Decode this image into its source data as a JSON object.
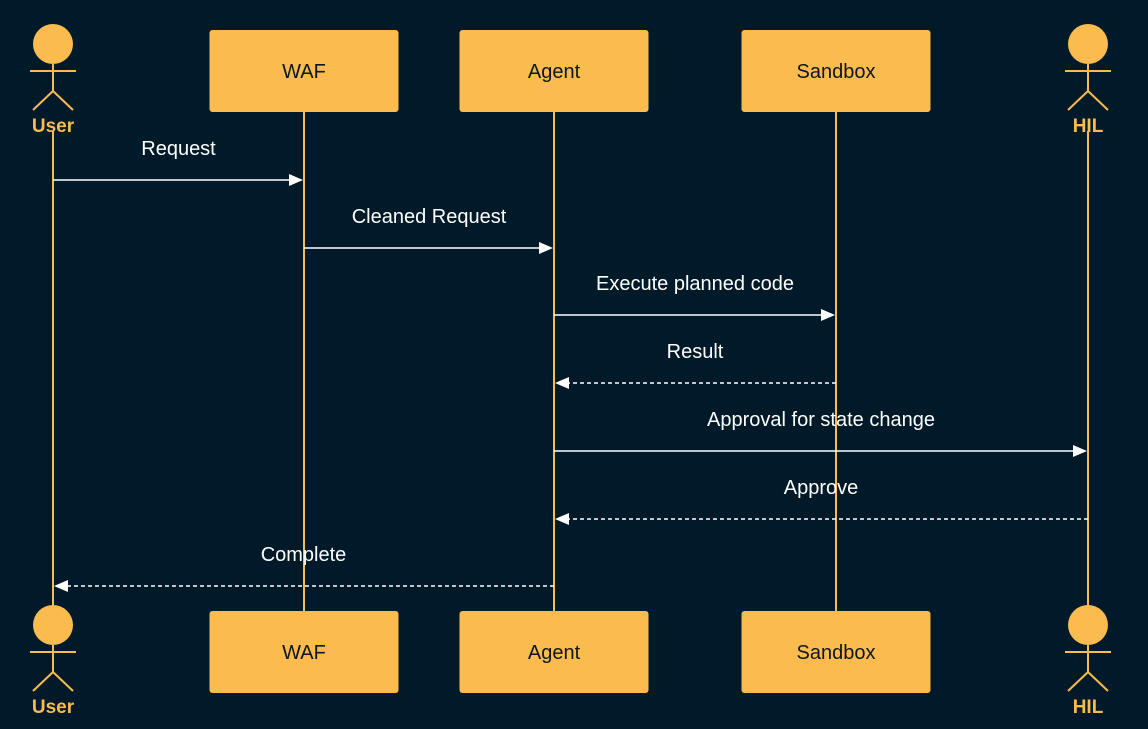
{
  "colors": {
    "background": "#001a2a",
    "participant_fill": "#fbbb4f",
    "participant_text": "#0b1620",
    "lifeline": "#fbbb4f",
    "message": "#ffffff"
  },
  "participants": [
    {
      "id": "user",
      "label": "User",
      "kind": "actor"
    },
    {
      "id": "waf",
      "label": "WAF",
      "kind": "box"
    },
    {
      "id": "agent",
      "label": "Agent",
      "kind": "box"
    },
    {
      "id": "sandbox",
      "label": "Sandbox",
      "kind": "box"
    },
    {
      "id": "hil",
      "label": "HIL",
      "kind": "actor"
    }
  ],
  "messages": [
    {
      "from": "user",
      "to": "waf",
      "label": "Request",
      "style": "solid"
    },
    {
      "from": "waf",
      "to": "agent",
      "label": "Cleaned Request",
      "style": "solid"
    },
    {
      "from": "agent",
      "to": "sandbox",
      "label": "Execute planned code",
      "style": "solid"
    },
    {
      "from": "sandbox",
      "to": "agent",
      "label": "Result",
      "style": "dashed"
    },
    {
      "from": "agent",
      "to": "hil",
      "label": "Approval for state change",
      "style": "solid"
    },
    {
      "from": "hil",
      "to": "agent",
      "label": "Approve",
      "style": "dashed"
    },
    {
      "from": "agent",
      "to": "user",
      "label": "Complete",
      "style": "dashed"
    }
  ]
}
